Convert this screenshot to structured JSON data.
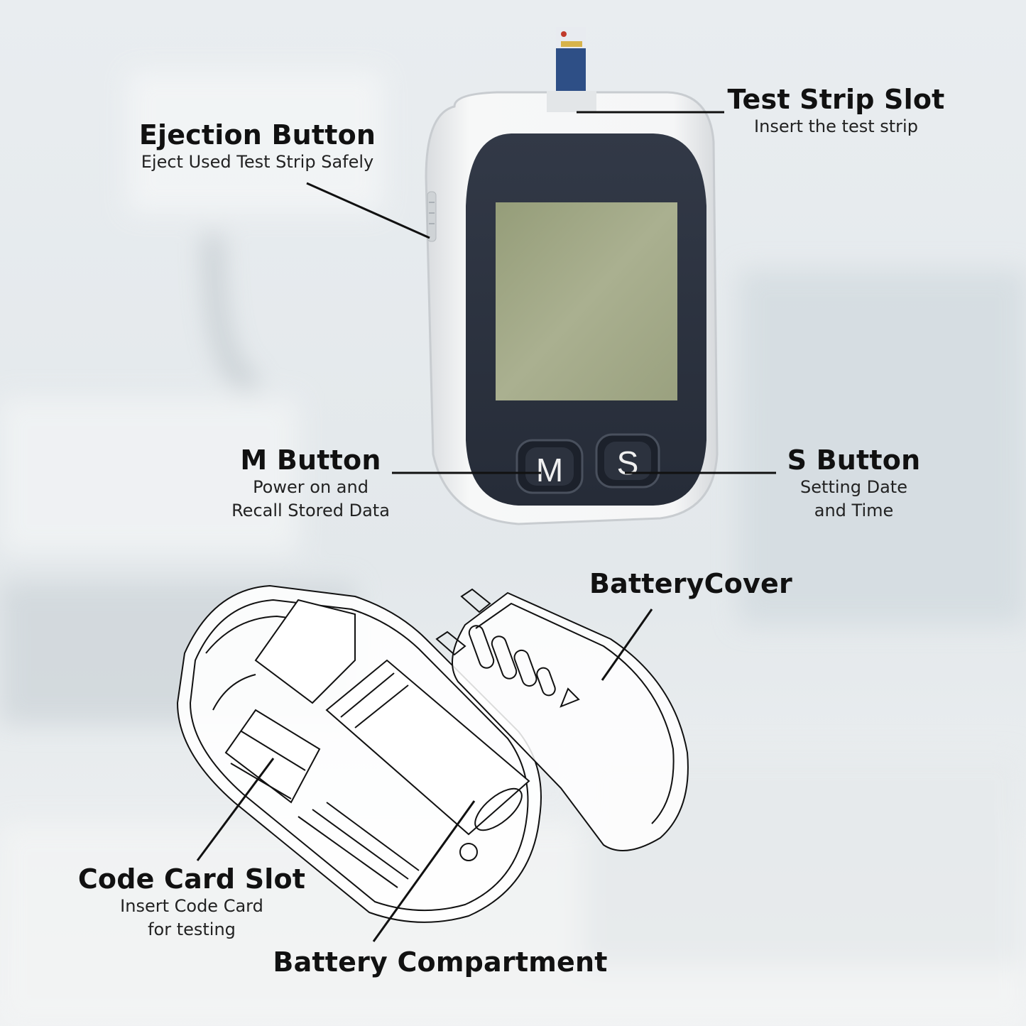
{
  "labels": {
    "ejection_button": {
      "title": "Ejection Button",
      "subtitle": "Eject Used Test Strip Safely"
    },
    "test_strip_slot": {
      "title": "Test Strip Slot",
      "subtitle": "Insert the test strip"
    },
    "m_button": {
      "title": "M Button",
      "line1": "Power on and",
      "line2": "Recall Stored Data"
    },
    "s_button": {
      "title": "S Button",
      "line1": "Setting Date",
      "line2": "and Time"
    },
    "battery_cover": {
      "title": "BatteryCover"
    },
    "code_card_slot": {
      "title": "Code Card Slot",
      "line1": "Insert Code Card",
      "line2": "for testing"
    },
    "battery_compartment": {
      "title": "Battery Compartment"
    }
  },
  "device": {
    "m_key": "M",
    "s_key": "S"
  },
  "colors": {
    "device_body": "#f4f5f6",
    "device_face": "#2b3240",
    "lcd": "#a3aa87",
    "test_strip": "#2e4f86",
    "leader_line": "#111111",
    "background": "#e8ecef"
  }
}
